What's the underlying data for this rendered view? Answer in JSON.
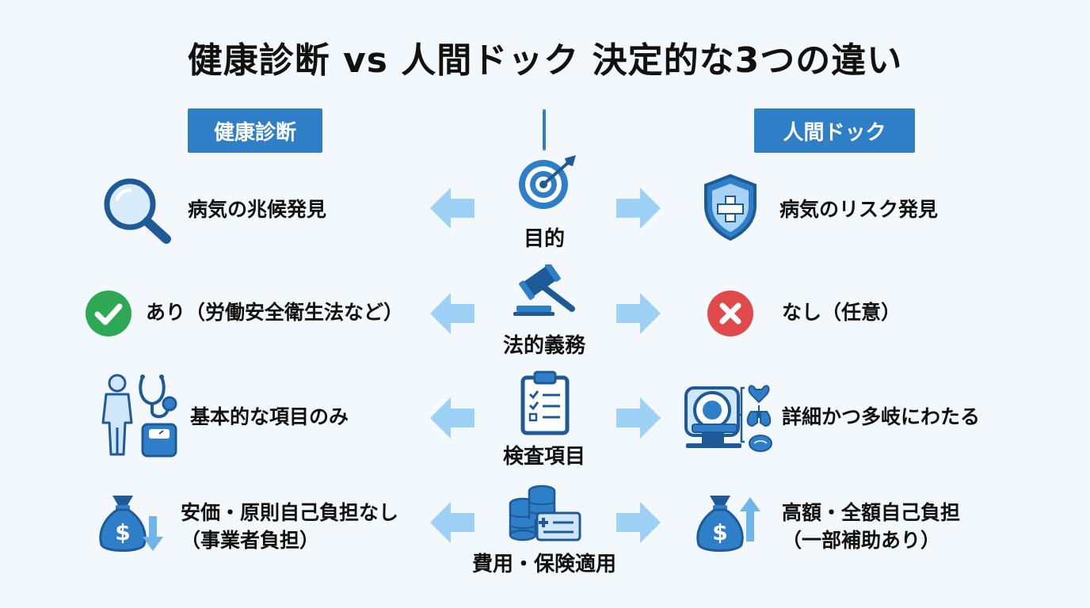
{
  "title": "健康診断 vs 人間ドック 決定的な3つの違い",
  "headers": {
    "left": "健康診断",
    "right": "人間ドック"
  },
  "colors": {
    "primary": "#2f7fc8",
    "arrow": "#9dd1f6",
    "check": "#2ea855",
    "cross": "#e04a4a"
  },
  "rows": [
    {
      "category": "目的",
      "center_icon": "target-icon",
      "left_icon": "magnifier-icon",
      "left": "病気の兆候発見",
      "right_icon": "medical-shield-icon",
      "right": "病気のリスク発見"
    },
    {
      "category": "法的義務",
      "center_icon": "gavel-icon",
      "left_icon": "check-icon",
      "left": "あり（労働安全衛生法など）",
      "right_icon": "cross-icon",
      "right": "なし（任意）"
    },
    {
      "category": "検査項目",
      "center_icon": "clipboard-icon",
      "left_icon": "body-checkup-icon",
      "left": "基本的な項目のみ",
      "right_icon": "mri-organs-icon",
      "right": "詳細かつ多岐にわたる"
    },
    {
      "category": "費用・保険適用",
      "center_icon": "coins-card-icon",
      "left_icon": "money-bag-down-icon",
      "left_line1": "安価・原則自己負担なし",
      "left_line2": "（事業者負担）",
      "right_icon": "money-bag-up-icon",
      "right_line1": "高額・全額自己負担",
      "right_line2": "（一部補助あり）"
    }
  ]
}
